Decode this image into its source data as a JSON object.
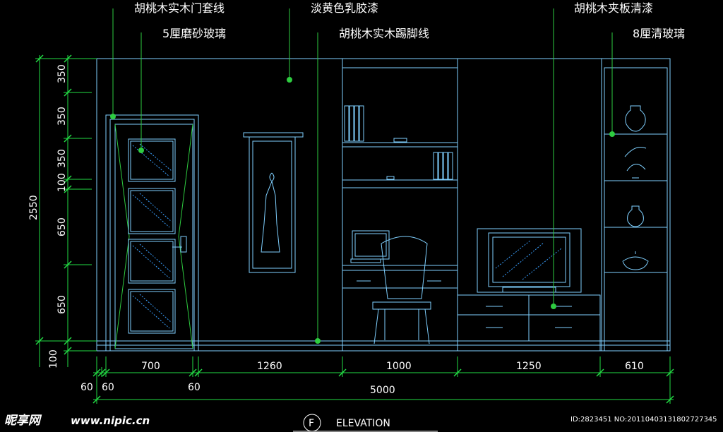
{
  "colors": {
    "background": "#000000",
    "linework": "#7fd0ff",
    "leader": "#2ecc40",
    "text": "#ffffff",
    "dimension": "#22dd44"
  },
  "annotations": {
    "door_trim": "胡桃木实木门套线",
    "frosted_glass": "5厘磨砂玻璃",
    "wall_paint": "淡黄色乳胶漆",
    "skirting": "胡桃木实木踢脚线",
    "cabinet_finish": "胡桃木夹板清漆",
    "clear_glass": "8厘清玻璃"
  },
  "dimensions": {
    "vertical": [
      "350",
      "350",
      "350",
      "100",
      "650",
      "650",
      "100"
    ],
    "total_height": "2550",
    "horizontal": [
      "700",
      "1260",
      "1000",
      "1250",
      "610"
    ],
    "small": [
      "60",
      "60",
      "60"
    ],
    "total_width": "5000"
  },
  "title": {
    "letter": "F",
    "text": "ELEVATION"
  },
  "watermark": {
    "logo": "昵享网",
    "url": "www.nipic.cn",
    "id": "ID:2823451 NO:20110403131802727345"
  }
}
